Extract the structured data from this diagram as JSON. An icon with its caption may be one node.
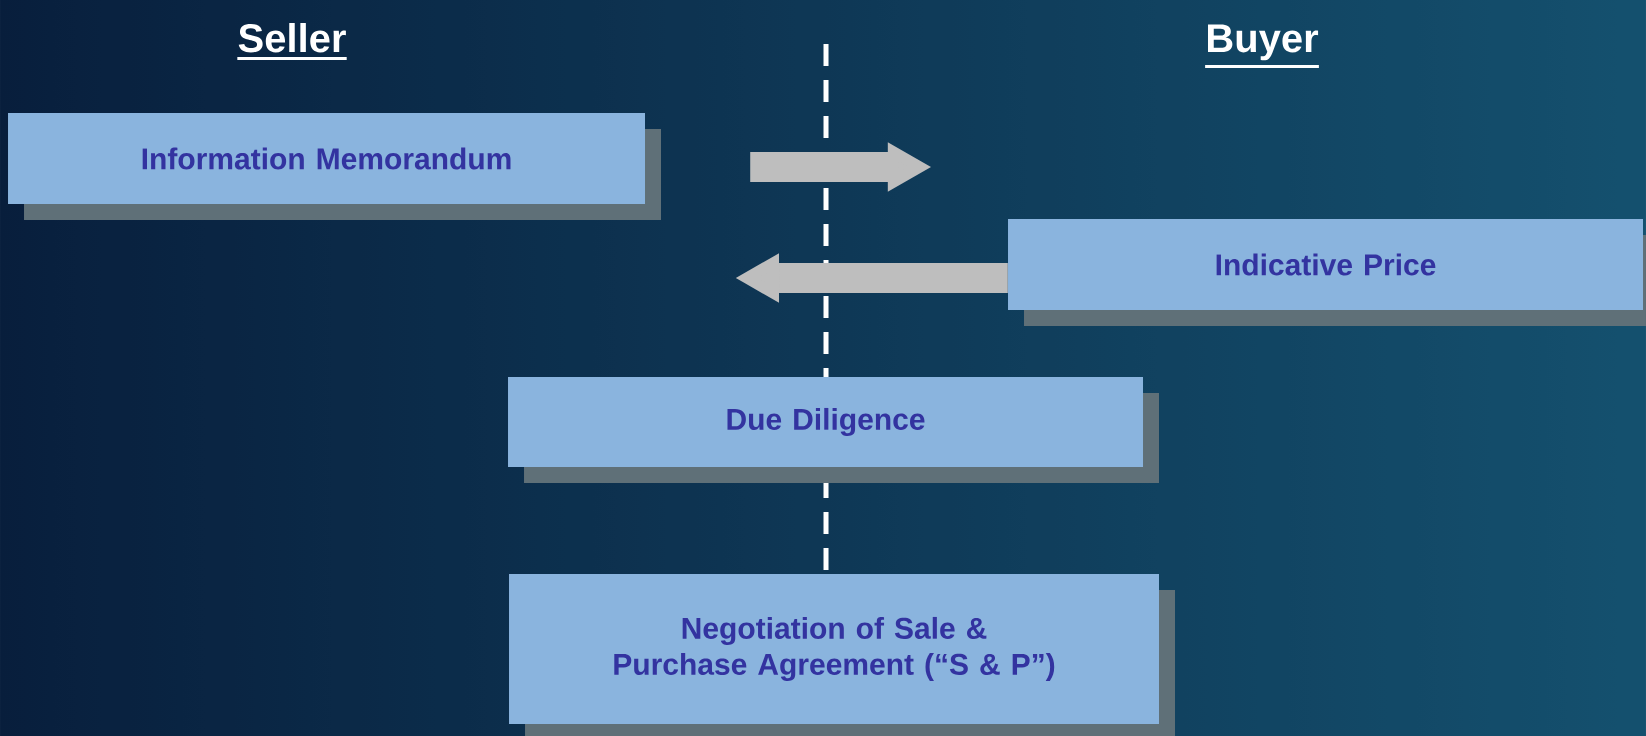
{
  "diagram": {
    "nodes": [
      {
        "text": [
          "Information Memorandum"
        ]
      },
      {
        "text": [
          "Indicative Price"
        ]
      },
      {
        "text": [
          "Due Diligence"
        ]
      },
      {
        "text": [
          "Negotiation of Sale & Purchase Agreement (“S & P”)"
        ]
      }
    ],
    "edges": [
      {
        "from": 0,
        "to": 1,
        "arrow": "to"
      },
      {
        "from": 1,
        "to": null,
        "arrow": "to"
      }
    ],
    "labels": [
      "Seller",
      "Buyer"
    ]
  }
}
